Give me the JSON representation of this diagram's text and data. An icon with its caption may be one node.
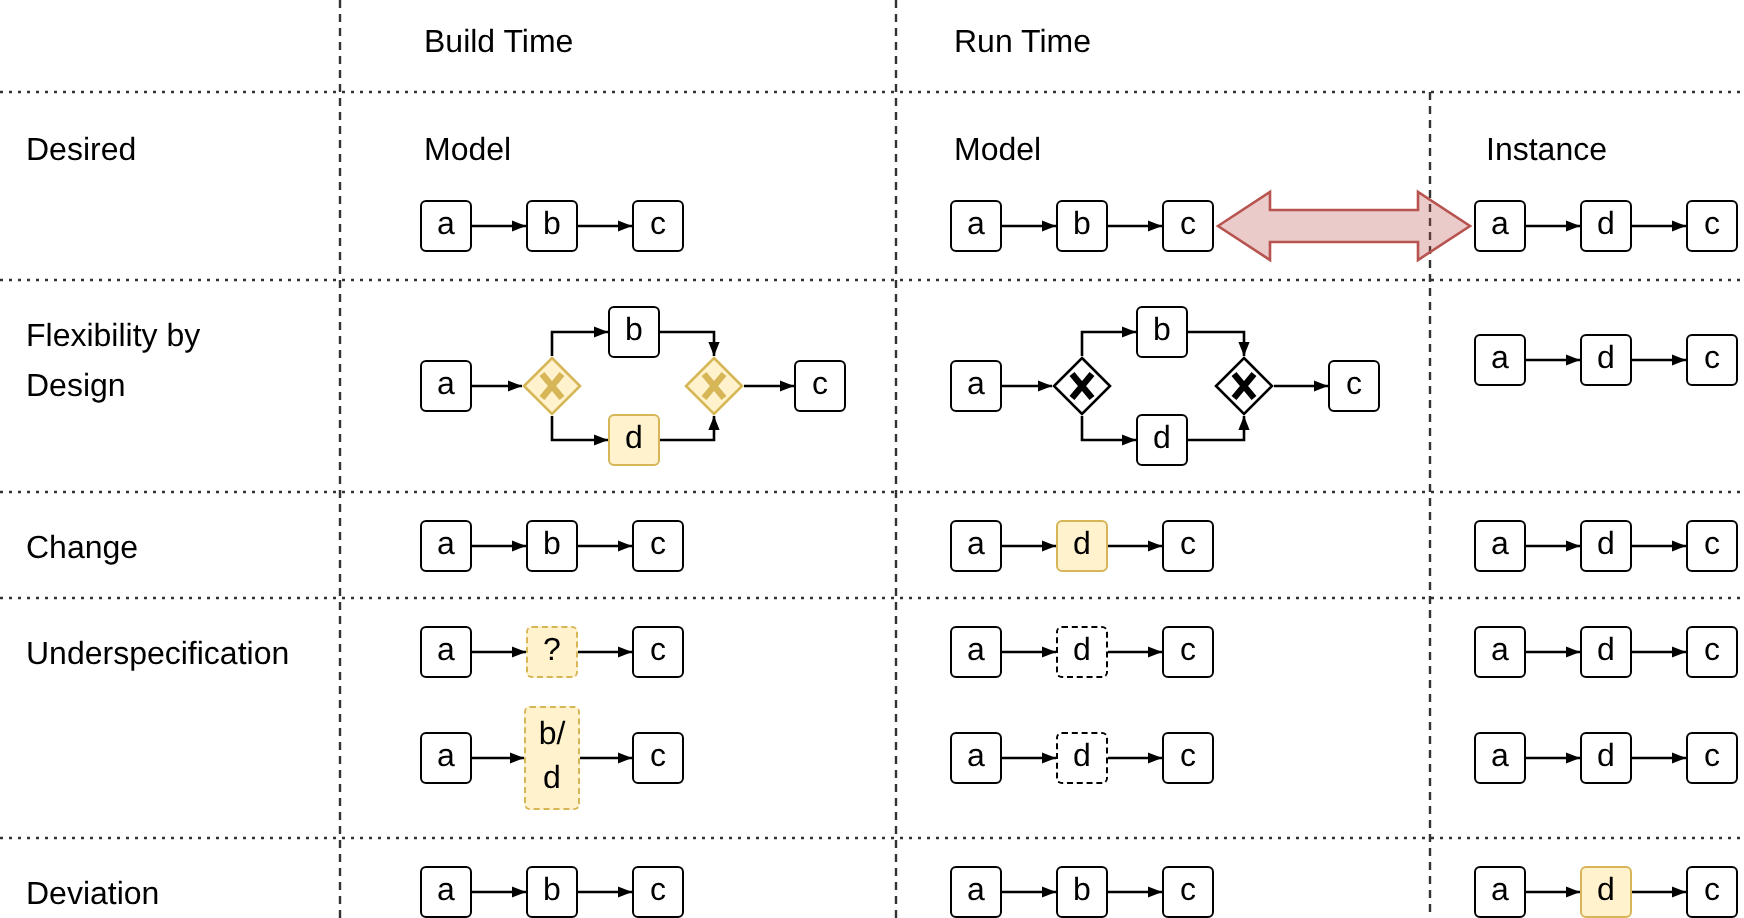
{
  "diagram": {
    "nodes": [
      {
        "text": [
          "a"
        ]
      },
      {
        "text": [
          "b"
        ]
      },
      {
        "text": [
          "c"
        ]
      },
      {
        "text": [
          "a"
        ]
      },
      {
        "text": [
          "b"
        ]
      },
      {
        "text": [
          "c"
        ]
      },
      {
        "text": [
          "a"
        ]
      },
      {
        "text": [
          "d"
        ]
      },
      {
        "text": [
          "c"
        ]
      },
      {
        "text": [
          "a"
        ]
      },
      {
        "text": [],
        "shape": "diamond"
      },
      {
        "text": [
          "b"
        ]
      },
      {
        "text": [
          "d"
        ]
      },
      {
        "text": [],
        "shape": "diamond"
      },
      {
        "text": [
          "c"
        ]
      },
      {
        "text": [
          "a"
        ]
      },
      {
        "text": [],
        "shape": "diamond"
      },
      {
        "text": [
          "b"
        ]
      },
      {
        "text": [
          "d"
        ]
      },
      {
        "text": [],
        "shape": "diamond"
      },
      {
        "text": [
          "c"
        ]
      },
      {
        "text": [
          "a"
        ]
      },
      {
        "text": [
          "d"
        ]
      },
      {
        "text": [
          "c"
        ]
      },
      {
        "text": [
          "a"
        ]
      },
      {
        "text": [
          "b"
        ]
      },
      {
        "text": [
          "c"
        ]
      },
      {
        "text": [
          "a"
        ]
      },
      {
        "text": [
          "d"
        ]
      },
      {
        "text": [
          "c"
        ]
      },
      {
        "text": [
          "a"
        ]
      },
      {
        "text": [
          "d"
        ]
      },
      {
        "text": [
          "c"
        ]
      },
      {
        "text": [
          "a"
        ]
      },
      {
        "text": [
          "?"
        ]
      },
      {
        "text": [
          "c"
        ]
      },
      {
        "text": [
          "a"
        ]
      },
      {
        "text": [
          "d"
        ]
      },
      {
        "text": [
          "c"
        ]
      },
      {
        "text": [
          "a"
        ]
      },
      {
        "text": [
          "d"
        ]
      },
      {
        "text": [
          "c"
        ]
      },
      {
        "text": [
          "a"
        ]
      },
      {
        "text": [
          "b/d"
        ]
      },
      {
        "text": [
          "c"
        ]
      },
      {
        "text": [
          "a"
        ]
      },
      {
        "text": [
          "d"
        ]
      },
      {
        "text": [
          "c"
        ]
      },
      {
        "text": [
          "a"
        ]
      },
      {
        "text": [
          "d"
        ]
      },
      {
        "text": [
          "c"
        ]
      },
      {
        "text": [
          "a"
        ]
      },
      {
        "text": [
          "b"
        ]
      },
      {
        "text": [
          "c"
        ]
      },
      {
        "text": [
          "a"
        ]
      },
      {
        "text": [
          "b"
        ]
      },
      {
        "text": [
          "c"
        ]
      },
      {
        "text": [
          "a"
        ]
      },
      {
        "text": [
          "d"
        ]
      },
      {
        "text": [
          "c"
        ]
      }
    ],
    "edges": [
      {
        "from": 0,
        "to": 1,
        "arrow": "to"
      },
      {
        "from": 1,
        "to": 2,
        "arrow": "to"
      },
      {
        "from": 3,
        "to": 4,
        "arrow": "to"
      },
      {
        "from": 4,
        "to": 5,
        "arrow": "to"
      },
      {
        "from": 5,
        "to": 6,
        "arrow": "both",
        "style": "thick",
        "color": "#b85450"
      },
      {
        "from": 6,
        "to": 7,
        "arrow": "to"
      },
      {
        "from": 7,
        "to": 8,
        "arrow": "to"
      },
      {
        "from": 9,
        "to": 10,
        "arrow": "to"
      },
      {
        "from": 10,
        "to": 11,
        "arrow": "to"
      },
      {
        "from": 10,
        "to": 12,
        "arrow": "to"
      },
      {
        "from": 11,
        "to": 13,
        "arrow": "to"
      },
      {
        "from": 12,
        "to": 13,
        "arrow": "to"
      },
      {
        "from": 13,
        "to": 14,
        "arrow": "to"
      },
      {
        "from": 15,
        "to": 16,
        "arrow": "to"
      },
      {
        "from": 16,
        "to": 17,
        "arrow": "to"
      },
      {
        "from": 16,
        "to": 18,
        "arrow": "to"
      },
      {
        "from": 17,
        "to": 19,
        "arrow": "to"
      },
      {
        "from": 18,
        "to": 19,
        "arrow": "to"
      },
      {
        "from": 19,
        "to": 20,
        "arrow": "to"
      },
      {
        "from": 21,
        "to": 22,
        "arrow": "to"
      },
      {
        "from": 22,
        "to": 23,
        "arrow": "to"
      },
      {
        "from": 24,
        "to": 25,
        "arrow": "to"
      },
      {
        "from": 25,
        "to": 26,
        "arrow": "to"
      },
      {
        "from": 27,
        "to": 28,
        "arrow": "to"
      },
      {
        "from": 28,
        "to": 29,
        "arrow": "to"
      },
      {
        "from": 30,
        "to": 31,
        "arrow": "to"
      },
      {
        "from": 31,
        "to": 32,
        "arrow": "to"
      },
      {
        "from": 33,
        "to": 34,
        "arrow": "to"
      },
      {
        "from": 34,
        "to": 35,
        "arrow": "to"
      },
      {
        "from": 36,
        "to": 37,
        "arrow": "to"
      },
      {
        "from": 37,
        "to": 38,
        "arrow": "to"
      },
      {
        "from": 39,
        "to": 40,
        "arrow": "to"
      },
      {
        "from": 40,
        "to": 41,
        "arrow": "to"
      },
      {
        "from": 42,
        "to": 43,
        "arrow": "to"
      },
      {
        "from": 43,
        "to": 44,
        "arrow": "to"
      },
      {
        "from": 45,
        "to": 46,
        "arrow": "to"
      },
      {
        "from": 46,
        "to": 47,
        "arrow": "to"
      },
      {
        "from": 48,
        "to": 49,
        "arrow": "to"
      },
      {
        "from": 49,
        "to": 50,
        "arrow": "to"
      },
      {
        "from": 51,
        "to": 52,
        "arrow": "to"
      },
      {
        "from": 52,
        "to": 53,
        "arrow": "to"
      },
      {
        "from": 54,
        "to": 55,
        "arrow": "to"
      },
      {
        "from": 55,
        "to": 56,
        "arrow": "to"
      },
      {
        "from": 57,
        "to": 58,
        "arrow": "to"
      },
      {
        "from": 58,
        "to": 59,
        "arrow": "to"
      }
    ],
    "labels": [
      "Build Time",
      "Run Time",
      "Desired",
      "Model",
      "Model",
      "Instance",
      "Flexibility by Design",
      "Change",
      "Underspecification",
      "Deviation"
    ]
  }
}
